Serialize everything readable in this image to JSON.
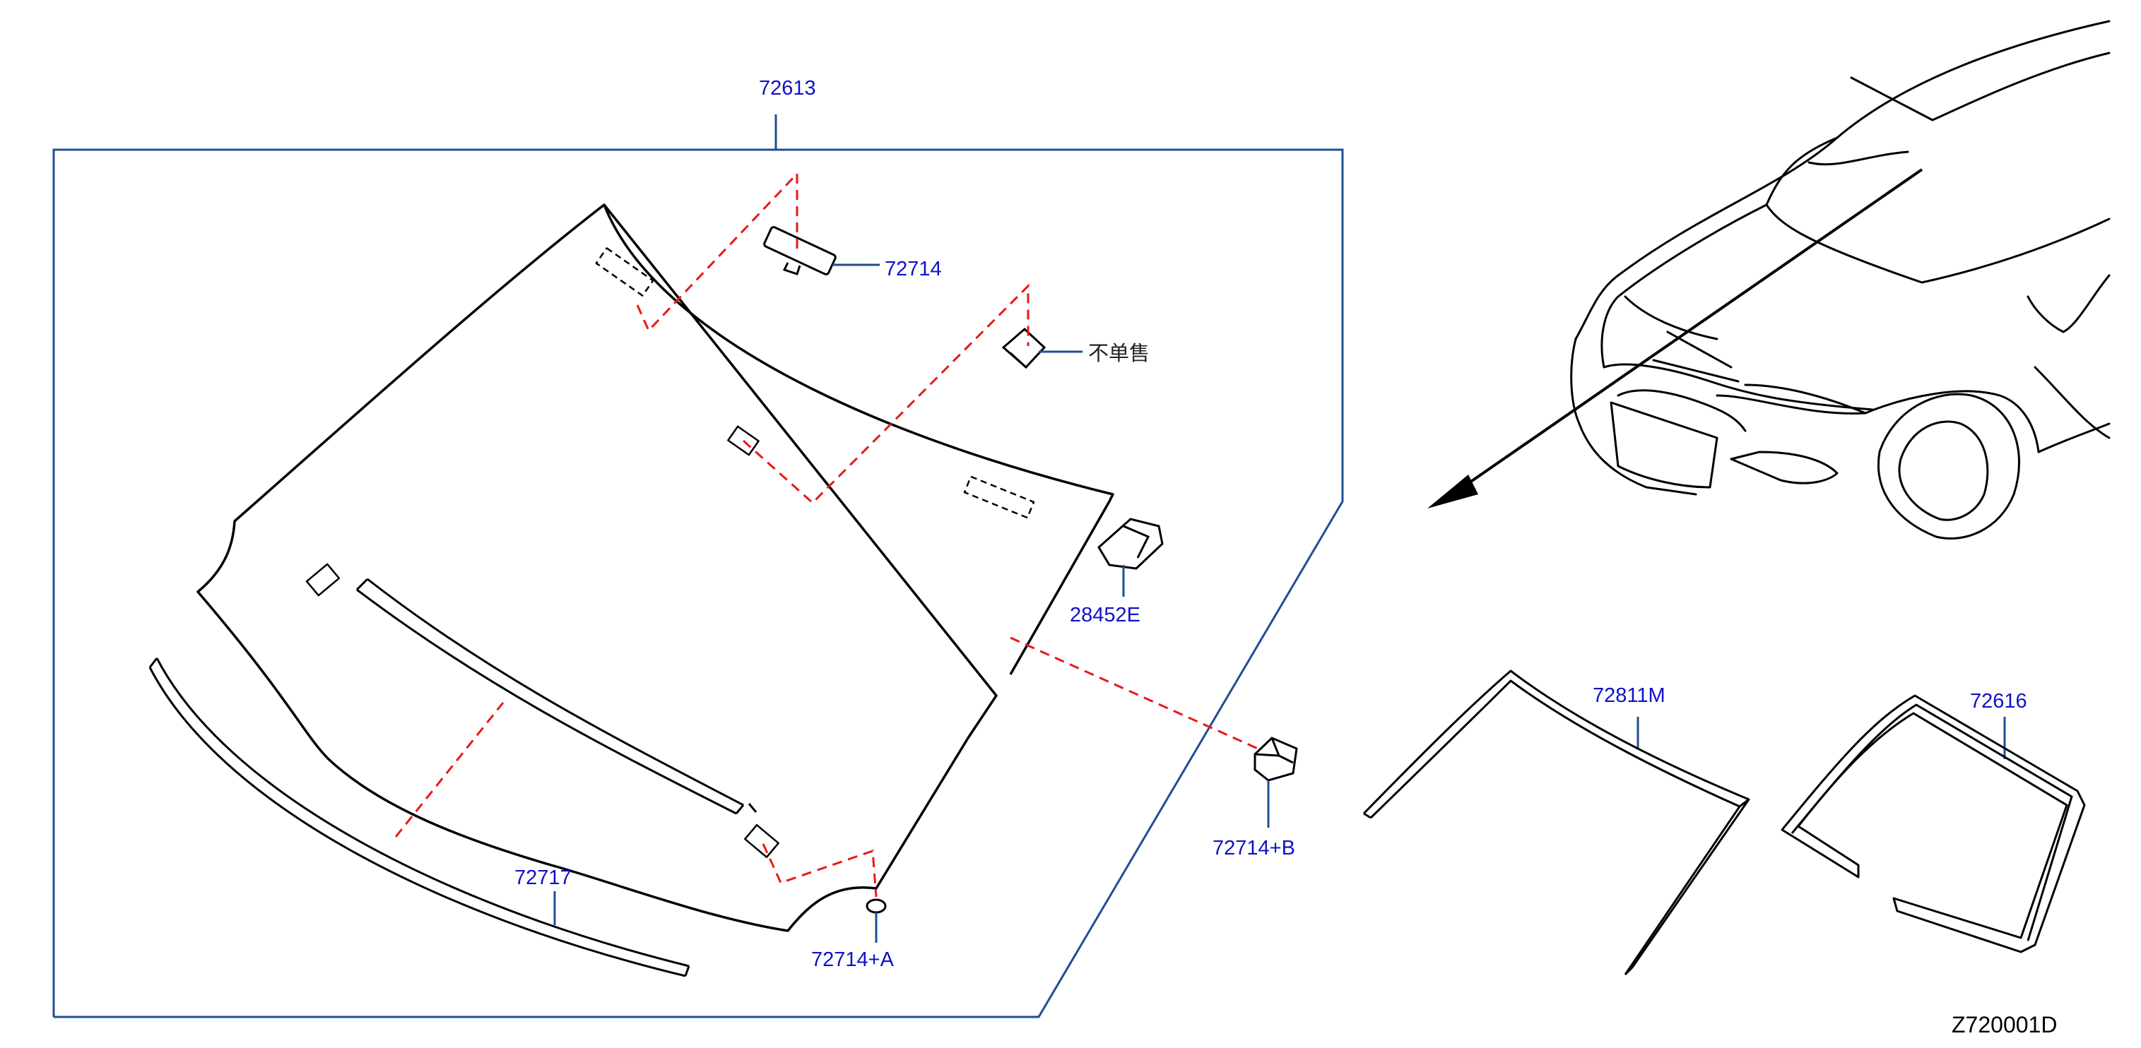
{
  "colors": {
    "frame": "#1f4e96",
    "label": "#1010c8",
    "leader": "#1f4e96",
    "dashed": "#e81818",
    "ink": "#000000",
    "chinese_label": "#222222"
  },
  "labels": {
    "assembly": "72613",
    "clip_top": "72714",
    "not_sold": "不单售",
    "clip_right": "28452E",
    "clip_b": "72714+B",
    "clip_a": "72714+A",
    "lower_molding": "72717",
    "side_molding": "72811M",
    "seal": "72616"
  },
  "diagram_code": "Z720001D"
}
